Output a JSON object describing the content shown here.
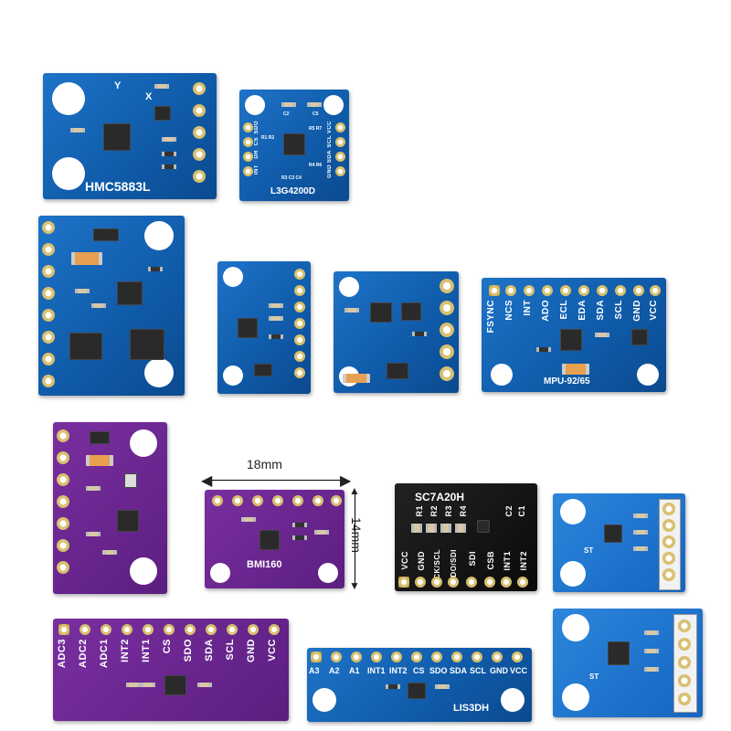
{
  "boards": {
    "hmc5883l": {
      "label": "HMC5883L",
      "axis_x": "X",
      "axis_y": "Y"
    },
    "l3g4200d": {
      "label": "L3G4200D",
      "pins_left": [
        "SDO",
        "CS",
        "DR",
        "INT"
      ],
      "pins_right": [
        "VCC",
        "SCL",
        "SDA",
        "GND"
      ],
      "parts": [
        "C2",
        "C5",
        "R1 R2",
        "R5 R7",
        "R4 R6",
        "R3 C3 C4"
      ]
    },
    "mpu9265": {
      "label": "MPU-92/65",
      "pins": [
        "FSYNC",
        "NCS",
        "INT",
        "ADO",
        "ECL",
        "EDA",
        "SDA",
        "SCL",
        "GND",
        "VCC"
      ]
    },
    "bmi160": {
      "label": "BMI160"
    },
    "sc7a20h": {
      "label": "SC7A20H",
      "top_parts": [
        "R1",
        "R2",
        "R3",
        "R4",
        "C2",
        "C1"
      ],
      "pins": [
        "VCC",
        "GND",
        "SCK/SCL",
        "SDO/SDI",
        "SDI",
        "CSB",
        "INT1",
        "INT2"
      ]
    },
    "adxl_a": {
      "st": "ST"
    },
    "adxl_b": {
      "st": "ST"
    },
    "purple_bottom": {
      "pins": [
        "ADC3",
        "ADC2",
        "ADC1",
        "INT2",
        "INT1",
        "CS",
        "SDO",
        "SDA",
        "SCL",
        "GND",
        "VCC"
      ]
    },
    "lis3dh": {
      "label": "LIS3DH",
      "pins": [
        "A3",
        "A2",
        "A1",
        "INT1",
        "INT2",
        "CS",
        "SDO",
        "SDA",
        "SCL",
        "GND",
        "VCC"
      ]
    }
  },
  "dimensions": {
    "width": "18mm",
    "height": "14mm"
  }
}
